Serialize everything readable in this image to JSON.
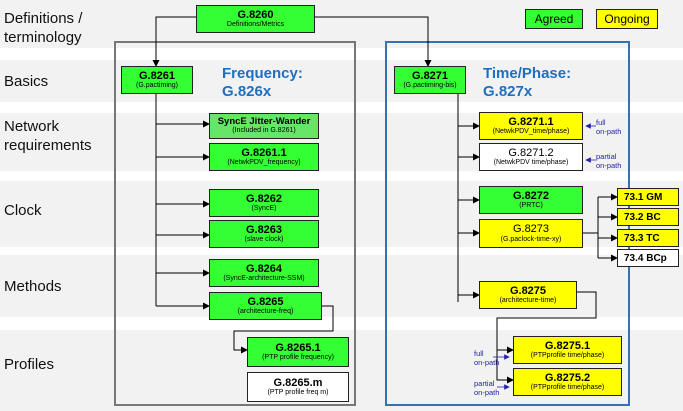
{
  "rows": [
    {
      "label": "Definitions /\nterminology"
    },
    {
      "label": "Basics"
    },
    {
      "label": "Network\nrequirements"
    },
    {
      "label": "Clock"
    },
    {
      "label": "Methods"
    },
    {
      "label": "Profiles"
    }
  ],
  "legend": {
    "agreed": "Agreed",
    "ongoing": "Ongoing",
    "agreed_color": "#33ff33",
    "ongoing_color": "#ffff00"
  },
  "top": {
    "code": "G.8260",
    "sub": "Definitions/Metrics"
  },
  "frequency": {
    "title": "Frequency:\nG.826x",
    "g8261": {
      "code": "G.8261",
      "sub": "(G.pactiming)"
    },
    "synce_jw": {
      "code": "SyncE Jitter-Wander",
      "sub": "(Included in G.8261)"
    },
    "g8261_1": {
      "code": "G.8261.1",
      "sub": "(NetwkPDV_frequency)"
    },
    "g8262": {
      "code": "G.8262",
      "sub": "(SyncE)"
    },
    "g8263": {
      "code": "G.8263",
      "sub": "(slave clock)"
    },
    "g8264": {
      "code": "G.8264",
      "sub": "(SyncE-architecture-SSM)"
    },
    "g8265": {
      "code": "G.8265",
      "sub": "(architecture-freq)"
    },
    "g8265_1": {
      "code": "G.8265.1",
      "sub": "(PTP profile frequency)"
    },
    "g8265_m": {
      "code": "G.8265.m",
      "sub": "(PTP profile freq m)"
    }
  },
  "timephase": {
    "title": "Time/Phase:\nG.827x",
    "g8271": {
      "code": "G.8271",
      "sub": "(G.pactiming-bis)"
    },
    "g8271_1": {
      "code": "G.8271.1",
      "sub": "(NetwkPDV_time/phase)"
    },
    "g8271_2": {
      "code": "G.8271.2",
      "sub": "(NetwkPDV time/phase)"
    },
    "g8272": {
      "code": "G.8272",
      "sub": "(PRTC)"
    },
    "g8273": {
      "code": "G.8273",
      "sub": "(G.paclock-time-xy)"
    },
    "g8275": {
      "code": "G.8275",
      "sub": "(architecture-time)"
    },
    "g8275_1": {
      "code": "G.8275.1",
      "sub": "(PTPprofile time/phase)"
    },
    "g8275_2": {
      "code": "G.8275.2",
      "sub": "(PTPprofile time/phase)"
    },
    "notes": {
      "full_top": "full\non-path",
      "partial_top": "partial\non-path",
      "full_bottom": "full\non-path",
      "partial_bottom": "partial\non-path"
    },
    "clock_parts": [
      {
        "label": "73.1 GM"
      },
      {
        "label": "73.2 BC"
      },
      {
        "label": "73.3 TC"
      },
      {
        "label": "73.4 BCp"
      }
    ]
  }
}
